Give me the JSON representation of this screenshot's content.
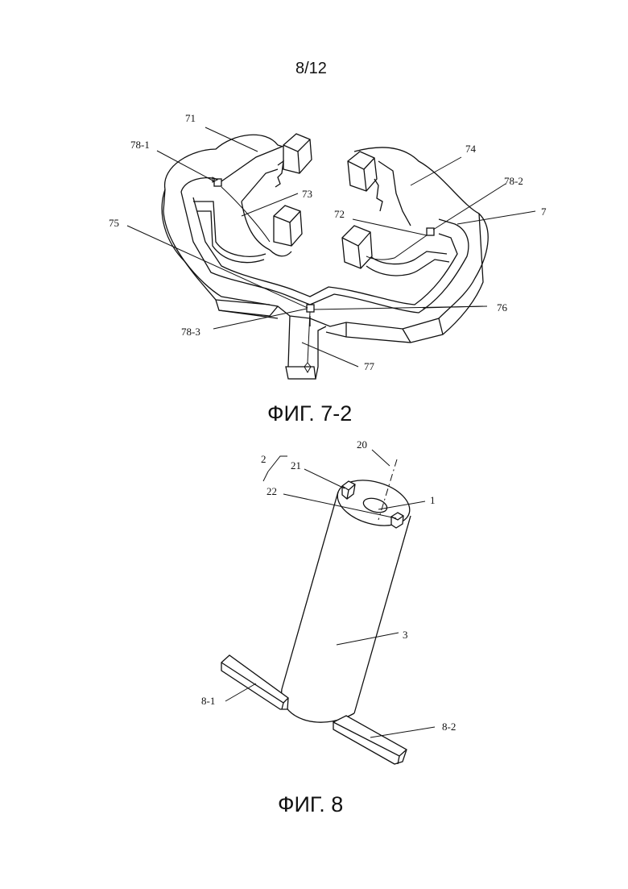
{
  "page_number": "8/12",
  "figures": [
    {
      "caption": "ФИГ. 7-2",
      "labels": {
        "l71": "71",
        "l78_1": "78-1",
        "l73": "73",
        "l75": "75",
        "l74": "74",
        "l78_2": "78-2",
        "l7": "7",
        "l72": "72",
        "l76": "76",
        "l78_3": "78-3",
        "l77": "77"
      }
    },
    {
      "caption": "ФИГ. 8",
      "labels": {
        "l20": "20",
        "l2": "2",
        "l21": "21",
        "l22": "22",
        "l1": "1",
        "l3": "3",
        "l8_1": "8-1",
        "l8_2": "8-2"
      }
    }
  ]
}
